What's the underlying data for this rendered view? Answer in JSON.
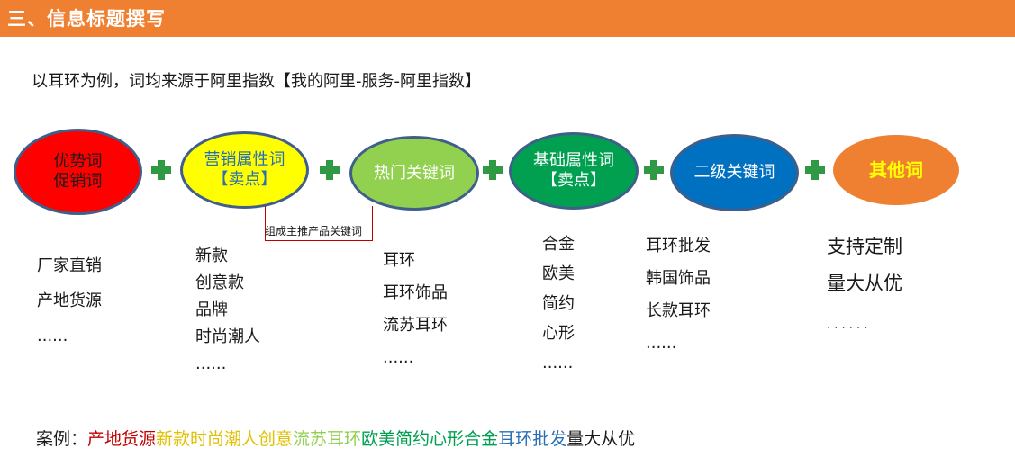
{
  "header": {
    "title": "三、信息标题撰写"
  },
  "intro": "以耳环为例，词均来源于阿里指数【我的阿里-服务-阿里指数】",
  "nodes": [
    {
      "label": "优势词促销词",
      "fill": "#ff0000",
      "text_color": "#1a1a1a"
    },
    {
      "label": "营销属性词【卖点】",
      "fill": "#ffff00",
      "text_color": "#2a6fb5"
    },
    {
      "label": "热门关键词",
      "fill": "#92d050",
      "text_color": "#ffffff"
    },
    {
      "label": "基础属性词【卖点】",
      "fill": "#00a050",
      "text_color": "#ffffff"
    },
    {
      "label": "二级关键词",
      "fill": "#0070c0",
      "text_color": "#ffffff"
    },
    {
      "label": "其他词",
      "fill": "#ef7f31",
      "text_color": "#ffff00"
    }
  ],
  "bracket_label": "组成主推产品关键词",
  "columns": [
    [
      "厂家直销",
      "产地货源",
      "......"
    ],
    [
      "新款",
      "创意款",
      "品牌",
      "时尚潮人",
      "......"
    ],
    [
      "耳环",
      "耳环饰品",
      "流苏耳环",
      "......"
    ],
    [
      "合金",
      "欧美",
      "简约",
      "心形",
      "......"
    ],
    [
      "耳环批发",
      "韩国饰品",
      "长款耳环",
      "......"
    ],
    [
      "支持定制",
      "量大从优",
      "· · · · · ·"
    ]
  ],
  "example": {
    "prefix": "案例：",
    "segments": [
      {
        "text": "产地货源",
        "color": "#c00000"
      },
      {
        "text": "新款时尚潮人创意",
        "color": "#e0c000"
      },
      {
        "text": "流苏耳环",
        "color": "#92d050"
      },
      {
        "text": "欧美简约心形合金",
        "color": "#00a050"
      },
      {
        "text": "耳环批发",
        "color": "#2a6fb5"
      },
      {
        "text": "量大从优",
        "color": "#1a1a1a"
      }
    ]
  },
  "colors": {
    "header_bg": "#ef7f31",
    "plus": "#2f9a43",
    "bracket": "#c00000",
    "node_border": "#3f5f8a"
  }
}
